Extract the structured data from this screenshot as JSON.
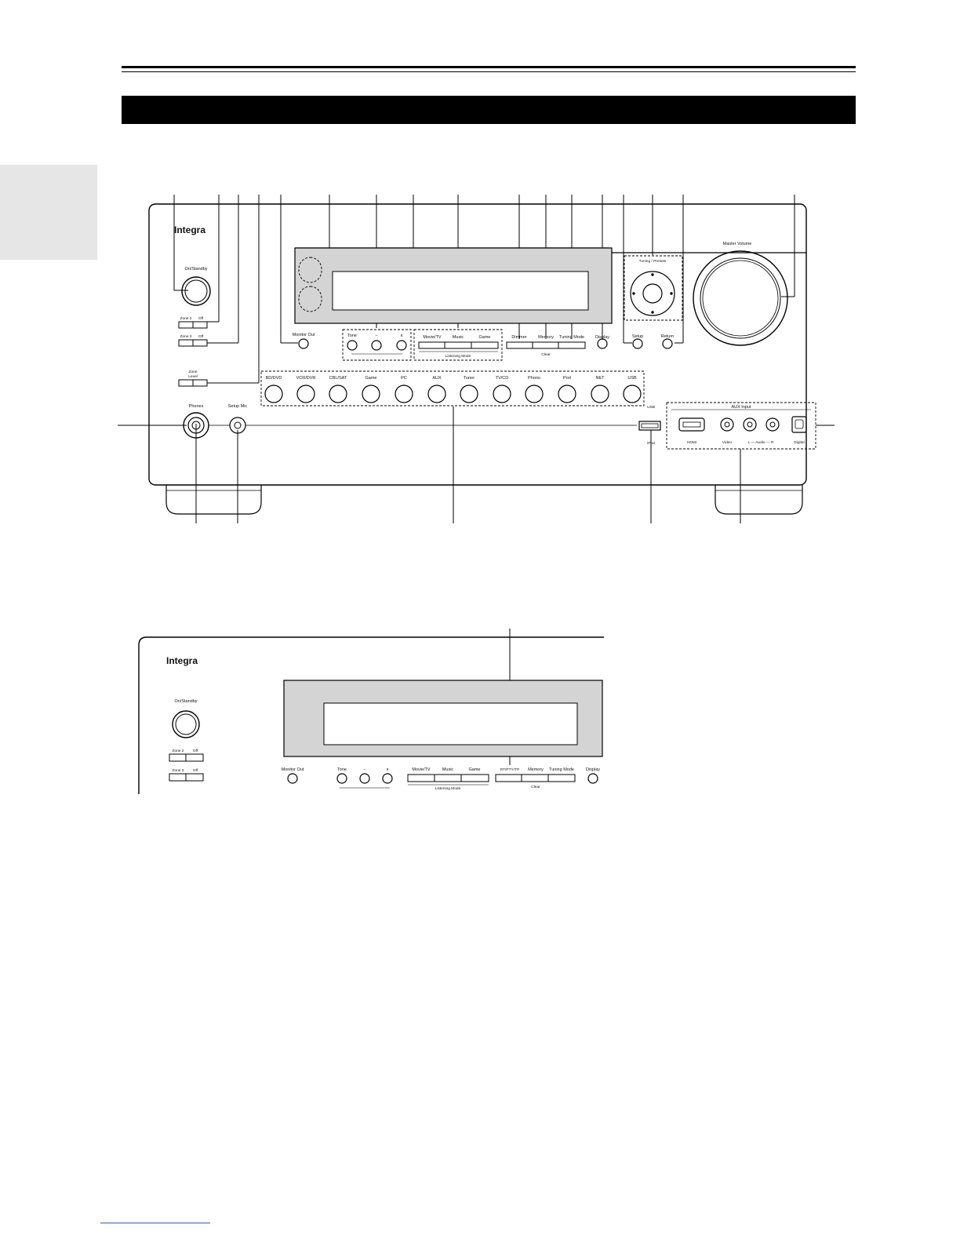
{
  "brand": "Integra",
  "main_panel": {
    "power": "On/Standby",
    "zone2": "Zone 2",
    "zone3": "Zone 3",
    "off": "Off",
    "zone": "Zone",
    "level": "Level",
    "monitor_out": "Monitor Out",
    "tone": "Tone",
    "minus": "–",
    "plus": "∧",
    "listening_modes": [
      "Movie/TV",
      "Music",
      "Game"
    ],
    "listening_mode_label": "Listening Mode",
    "dimmer": "Dimmer",
    "memory": "Memory",
    "tuning_mode": "Tuning Mode",
    "clear": "Clear",
    "display": "Display",
    "setup": "Setup",
    "return": "Return",
    "tuning_presets": "Tuning / Presets",
    "master_volume": "Master Volume",
    "input_selectors": [
      "BD/DVD",
      "VCR/DVR",
      "CBL/SAT",
      "Game",
      "PC",
      "AUX",
      "Tuner",
      "TV/CD",
      "Phono",
      "Port",
      "NET",
      "USB"
    ],
    "phones": "Phones",
    "setup_mic": "Setup Mic",
    "usb": "USB",
    "ipod": "iPod",
    "aux_input": "AUX Input",
    "hdmi": "HDMI",
    "video": "Video",
    "audio_lr": "L — Audio — R",
    "digital": "Digital"
  },
  "alt_panel": {
    "power": "On/Standby",
    "zone2": "Zone 2",
    "zone3": "Zone 3",
    "off": "Off",
    "monitor_out": "Monitor Out",
    "tone": "Tone",
    "minus": "–",
    "plus": "∧",
    "listening_modes": [
      "Movie/TV",
      "Music",
      "Game"
    ],
    "listening_mode_label": "Listening Mode",
    "rds_button": "RT/PTY/TP",
    "memory": "Memory",
    "tuning_mode": "Tuning Mode",
    "clear": "Clear",
    "display": "Display"
  }
}
